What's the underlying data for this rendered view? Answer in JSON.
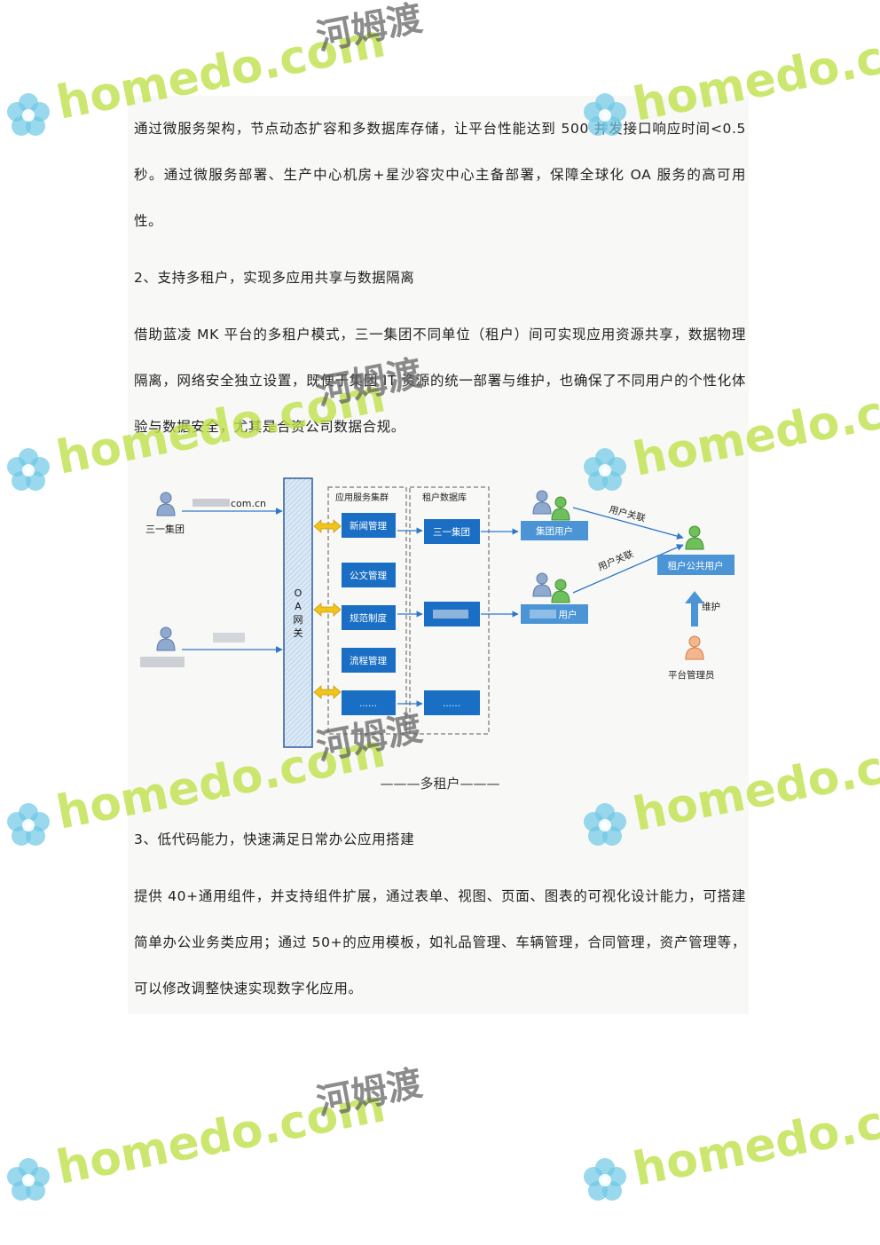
{
  "paragraphs": {
    "p1": "通过微服务架构，节点动态扩容和多数据库存储，让平台性能达到 500 并发接口响应时间<0.5 秒。通过微服务部署、生产中心机房+星沙容灾中心主备部署，保障全球化 OA 服务的高可用性。",
    "h2": "2、支持多租户，实现多应用共享与数据隔离",
    "p2": "借助蓝凌 MK 平台的多租户模式，三一集团不同单位（租户）间可实现应用资源共享，数据物理隔离，网络安全独立设置，既便于集团 IT 资源的统一部署与维护，也确保了不同用户的个性化体验与数据安全，尤其是合资公司数据合规。",
    "h3": "3、低代码能力，快速满足日常办公应用搭建",
    "p3": "提供 40+通用组件，并支持组件扩展，通过表单、视图、页面、图表的可视化设计能力，可搭建简单办公业务类应用；通过 50+的应用模板，如礼品管理、车辆管理，合同管理，资产管理等，可以修改调整快速实现数字化应用。"
  },
  "diagram": {
    "domain_label": "com.cn",
    "user1_label": "三一集团",
    "gateway_label": [
      "O",
      "A",
      "网",
      "关"
    ],
    "cluster_title": "应用服务集群",
    "db_title": "租户数据库",
    "apps": [
      "新闻管理",
      "公文管理",
      "规范制度",
      "流程管理",
      "……"
    ],
    "dbs": [
      "三一集团",
      "",
      "……"
    ],
    "tenants": [
      "集团用户",
      "用户"
    ],
    "relation_label": "用户关联",
    "public_users": "租户公共用户",
    "maintain_label": "维护",
    "admin_label": "平台管理员"
  },
  "caption": "———多租户———",
  "watermarks": {
    "site": "homedo.com",
    "brand": "河姆渡"
  },
  "colors": {
    "box_blue": "#1a6fc4",
    "tenant_blue": "#4b95d6",
    "arrow_blue": "#2e78c8",
    "gateway_fill": "#cfe1f3",
    "double_arrow": "#f2c318",
    "watermark_green": "#bee046"
  }
}
